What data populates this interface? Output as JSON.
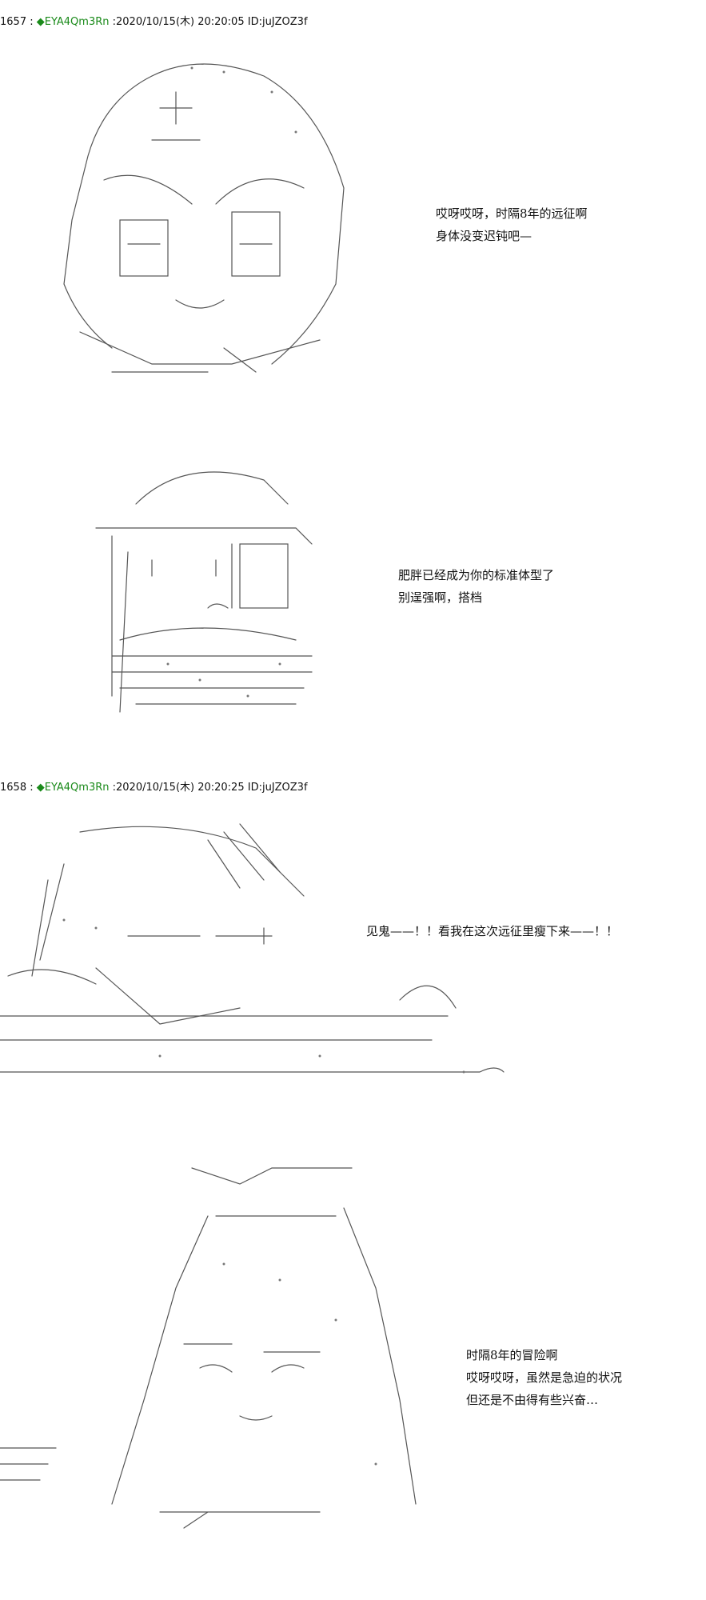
{
  "posts": [
    {
      "header": {
        "number": "1657",
        "separator": " : ",
        "trip": "◆EYA4Qm3Rn",
        "datetime": " :2020/10/15(木) 20:20:05 ID:juJZOZ3f"
      },
      "panels": [
        {
          "lines": [
            "哎呀哎呀，时隔8年的远征啊",
            "身体没变迟钝吧—"
          ]
        },
        {
          "lines": [
            "肥胖已经成为你的标准体型了",
            "别逞强啊，搭档"
          ]
        }
      ]
    },
    {
      "header": {
        "number": "1658",
        "separator": " : ",
        "trip": "◆EYA4Qm3Rn",
        "datetime": " :2020/10/15(木) 20:20:25 ID:juJZOZ3f"
      },
      "panels": [
        {
          "lines": [
            "见鬼——！！看我在这次远征里瘦下来——！！"
          ]
        },
        {
          "lines": [
            "时隔8年的冒险啊",
            "哎呀哎呀，虽然是急迫的状况",
            "但还是不由得有些兴奋…"
          ]
        }
      ]
    }
  ]
}
